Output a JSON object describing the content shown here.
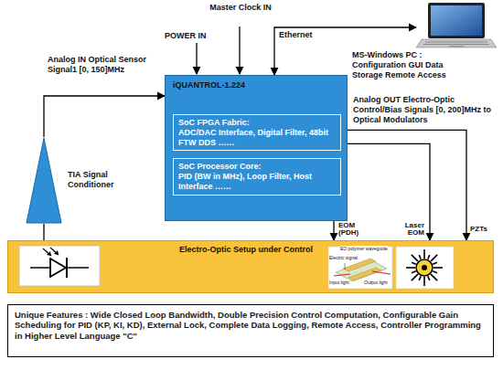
{
  "diagram": {
    "nodes": [
      {
        "text": [
          "MS-Windows PC : Configuration GUI Data Storage Remote Access"
        ]
      },
      {
        "text": [
          "TIA Signal Conditioner"
        ]
      },
      {
        "text": [
          "iQUANTROL-1.224"
        ]
      },
      {
        "text": [
          "SoC FPGA Fabric:",
          "ADC/DAC Interface, Digital Filter, 48bit FTW DDS ……"
        ],
        "in": 2
      },
      {
        "text": [
          "SoC Processor Core:",
          "PID (BW in MHz), Loop Filter, Host Interface ……"
        ],
        "in": 2
      },
      {
        "text": [
          "Electro-Optic Setup under Control"
        ]
      },
      {
        "text": [
          "Unique Features : Wide Closed Loop Bandwidth, Double Precision Control Computation, Configurable Gain Scheduling for PID (KP, KI, KD), External Lock, Complete Data Logging, Remote Access, Controller Programming in Higher Level Language \"C\""
        ]
      }
    ],
    "edges": [
      {
        "from": 2,
        "to": 0,
        "arrow": "both",
        "label": "Ethernet"
      },
      {
        "from": 5,
        "to": 1,
        "arrow": "none"
      },
      {
        "from": 1,
        "to": 2,
        "arrow": "to"
      },
      {
        "from": 2,
        "to": 5,
        "arrow": "to",
        "label": "EOM (PDH)"
      },
      {
        "from": 2,
        "to": 5,
        "arrow": "to",
        "label": "Laser EOM"
      },
      {
        "from": 2,
        "to": 5,
        "arrow": "to",
        "label": "PZTs"
      }
    ],
    "labels": [
      "POWER IN",
      "Master Clock IN",
      "Analog IN Optical Sensor Signal1 [0, 150]MHz",
      "Analog OUT Electro-Optic Control/Bias Signals [0, 200]MHz to Optical Modulators",
      "EO polymer waveguide",
      "Electric signal",
      "Input light",
      "Output light"
    ]
  }
}
